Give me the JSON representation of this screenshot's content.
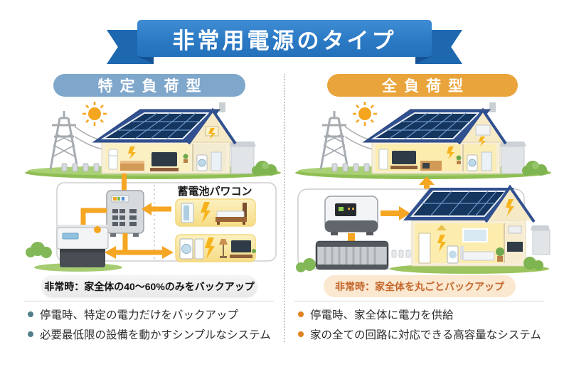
{
  "banner": {
    "title": "非常用電源のタイプ"
  },
  "panels": {
    "left": {
      "header": "特定負荷型",
      "diagram_label": "蓄電池パワコン",
      "emergency_note": "非常時：家全体の40〜60%のみをバックアップ",
      "bullets": [
        "停電時、特定の電力だけをバックアップ",
        "必要最低限の設備を動かすシンプルなシステム"
      ]
    },
    "right": {
      "header": "全負荷型",
      "emergency_note": "非常時：家全体を丸ごとバックアップ",
      "bullets": [
        "停電時、家全体に電力を供給",
        "家の全ての回路に対応できる高容量なシステム"
      ]
    }
  },
  "colors": {
    "ribbon_blue": "#2B7AC4",
    "ribbon_tail_blue": "#1E68B0",
    "left_header_bg": "#7FA7CB",
    "right_header_bg": "#E9A43B",
    "arrow_orange": "#F5A623",
    "lightning_yellow": "#F7B31C",
    "roof_blue": "#30508F",
    "solar_panel_blue": "#14365F",
    "grass_green": "#8FBE55",
    "left_bullet_dot": "#4F7F8B",
    "right_bullet_dot": "#E0821F",
    "left_note_bg": "#EFEFEF",
    "left_note_text": "#111111",
    "right_note_bg": "#FBE8D1",
    "right_note_text": "#C4662A"
  }
}
